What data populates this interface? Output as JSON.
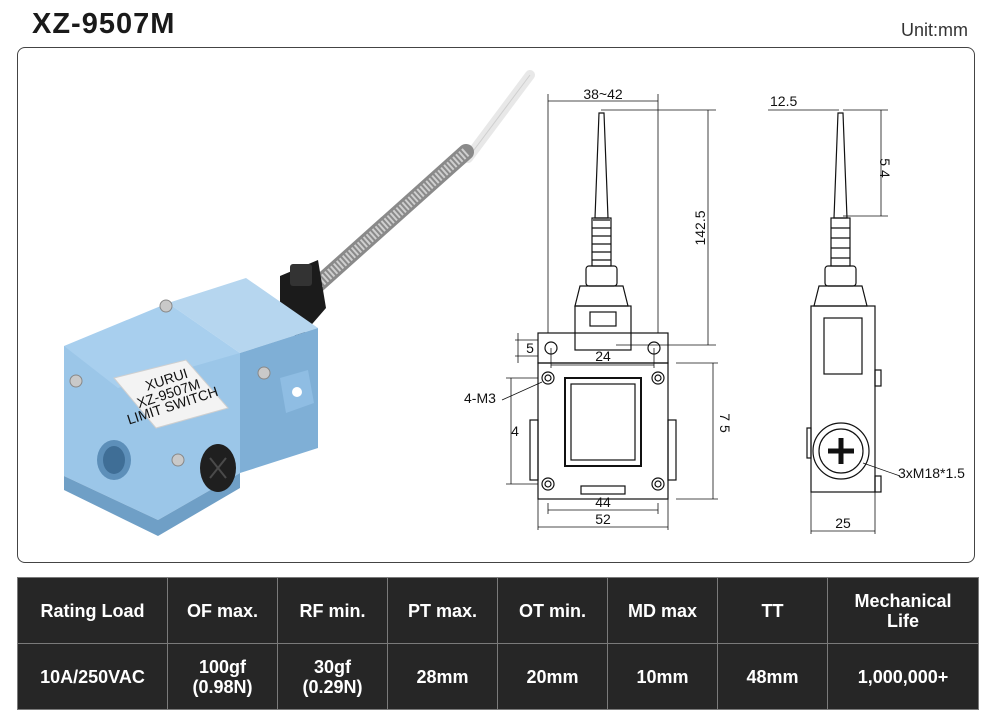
{
  "header": {
    "title": "XZ-9507M",
    "unit": "Unit:mm"
  },
  "product": {
    "brand": "XURUI",
    "model": "XZ-9507M",
    "label_line": "LIMIT SWITCH"
  },
  "drawing": {
    "front_width": "38~42",
    "front_height": "142.5",
    "hole_offset": "5",
    "hole_spacing": "24",
    "screw_holes": "4-M3",
    "body_height_left": "4",
    "body_height_right": "7 5",
    "inner_width": "44",
    "base_width": "52",
    "side_top_width": "12.5",
    "side_tip": "5 4",
    "side_conduit": "3xM18*1.5",
    "side_base_width": "25"
  },
  "specs": {
    "headers": [
      "Rating Load",
      "OF max.",
      "RF min.",
      "PT max.",
      "OT min.",
      "MD max",
      "TT",
      "Mechanical Life"
    ],
    "values": [
      "10A/250VAC",
      "100gf (0.98N)",
      "30gf (0.29N)",
      "28mm",
      "20mm",
      "10mm",
      "48mm",
      "1,000,000+"
    ]
  },
  "colors": {
    "body": "#9bc6e8",
    "body_dark": "#6f9fc6",
    "table_bg": "#262626",
    "table_border": "#7a7a7a"
  }
}
